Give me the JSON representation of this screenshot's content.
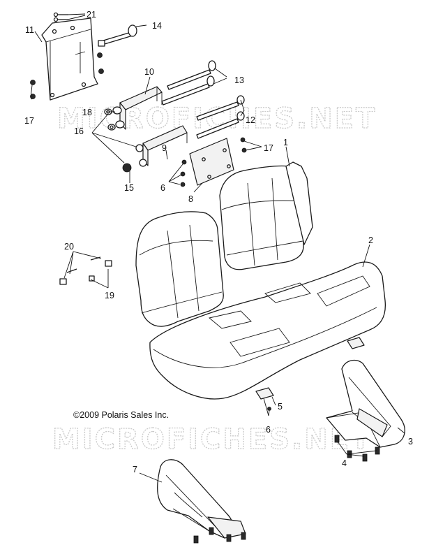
{
  "watermark": "MICROFICHES.NET",
  "copyright": "©2009 Polaris Sales Inc.",
  "callouts": {
    "c1": "1",
    "c2": "2",
    "c3": "3",
    "c4": "4",
    "c5": "5",
    "c6a": "6",
    "c6b": "6",
    "c7": "7",
    "c8": "8",
    "c9": "9",
    "c10": "10",
    "c11": "11",
    "c12": "12",
    "c13": "13",
    "c14": "14",
    "c15": "15",
    "c16": "16",
    "c17a": "17",
    "c17b": "17",
    "c18": "18",
    "c19": "19",
    "c20": "20",
    "c21": "21"
  }
}
